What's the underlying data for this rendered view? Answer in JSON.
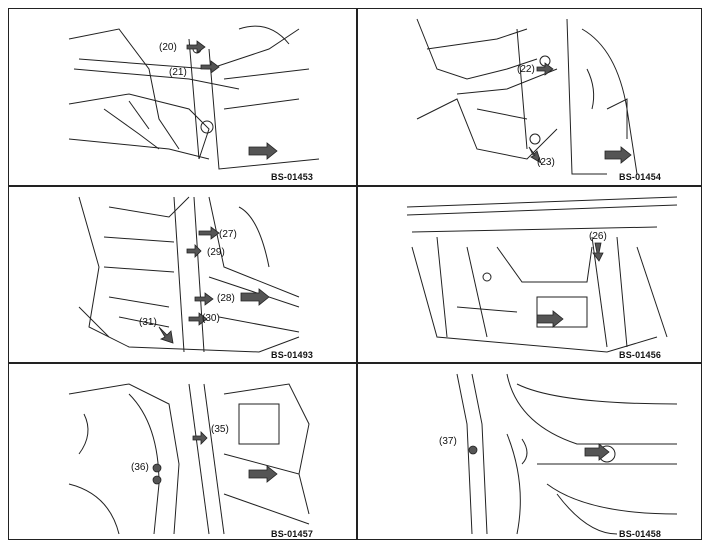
{
  "panels": [
    {
      "code": "BS-01453",
      "callouts": [
        "(20)",
        "(21)"
      ]
    },
    {
      "code": "BS-01454",
      "callouts": [
        "(22)",
        "(23)"
      ]
    },
    {
      "code": "BS-01493",
      "callouts": [
        "(27)",
        "(29)",
        "(28)",
        "(30)",
        "(31)"
      ]
    },
    {
      "code": "BS-01456",
      "callouts": [
        "(26)"
      ]
    },
    {
      "code": "BS-01457",
      "callouts": [
        "(35)",
        "(36)"
      ]
    },
    {
      "code": "BS-01458",
      "callouts": [
        "(37)"
      ]
    }
  ],
  "colors": {
    "line": "#222222",
    "arrow_fill": "#555555",
    "paper": "#ffffff"
  }
}
